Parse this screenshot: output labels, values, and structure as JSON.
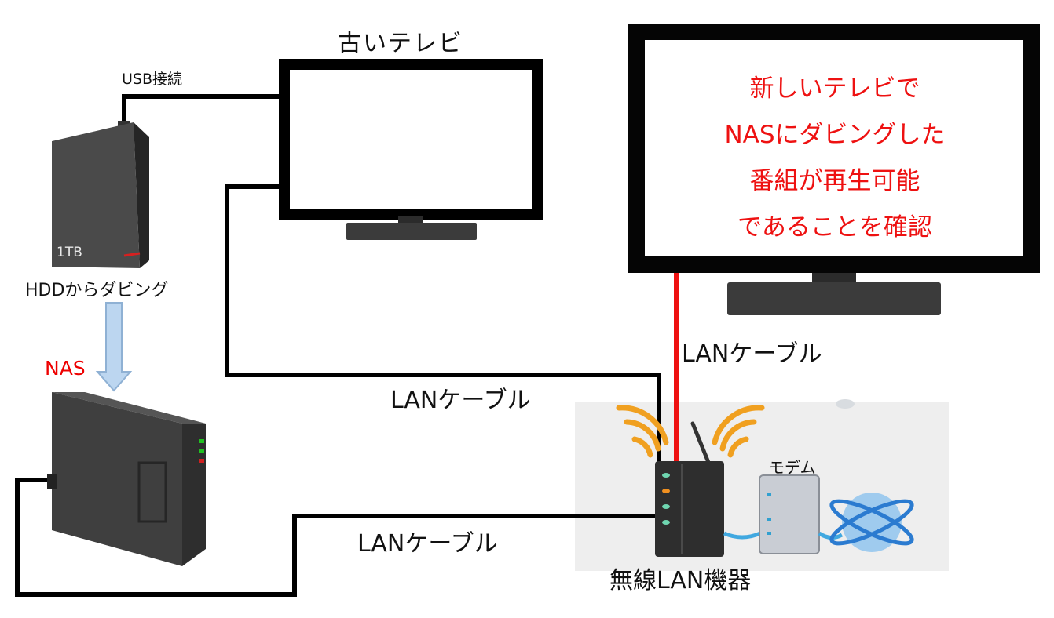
{
  "diagram": {
    "old_tv_title": "古いテレビ",
    "usb_label": "USB接続",
    "hdd_capacity": "1TB",
    "hdd_dub_label": "HDDからダビング",
    "nas_label": "NAS",
    "lan_label_left_top": "LANケーブル",
    "lan_label_left_bottom": "LANケーブル",
    "lan_label_right": "LANケーブル",
    "modem_label": "モデム",
    "router_label": "無線LAN機器",
    "new_tv_screen_lines": [
      "新しいテレビで",
      "NASにダビングした",
      "番組が再生可能",
      "であることを確認"
    ]
  },
  "colors": {
    "highlight": "#ee1111",
    "cable": "#000000",
    "red_cable": "#ee1111",
    "device_dark": "#3a3a3a",
    "arrow_fill": "#bcd6f0"
  },
  "icons": [
    "hdd-icon",
    "nas-icon",
    "router-icon",
    "modem-icon",
    "globe-icon",
    "wifi-icon",
    "down-arrow-icon"
  ]
}
